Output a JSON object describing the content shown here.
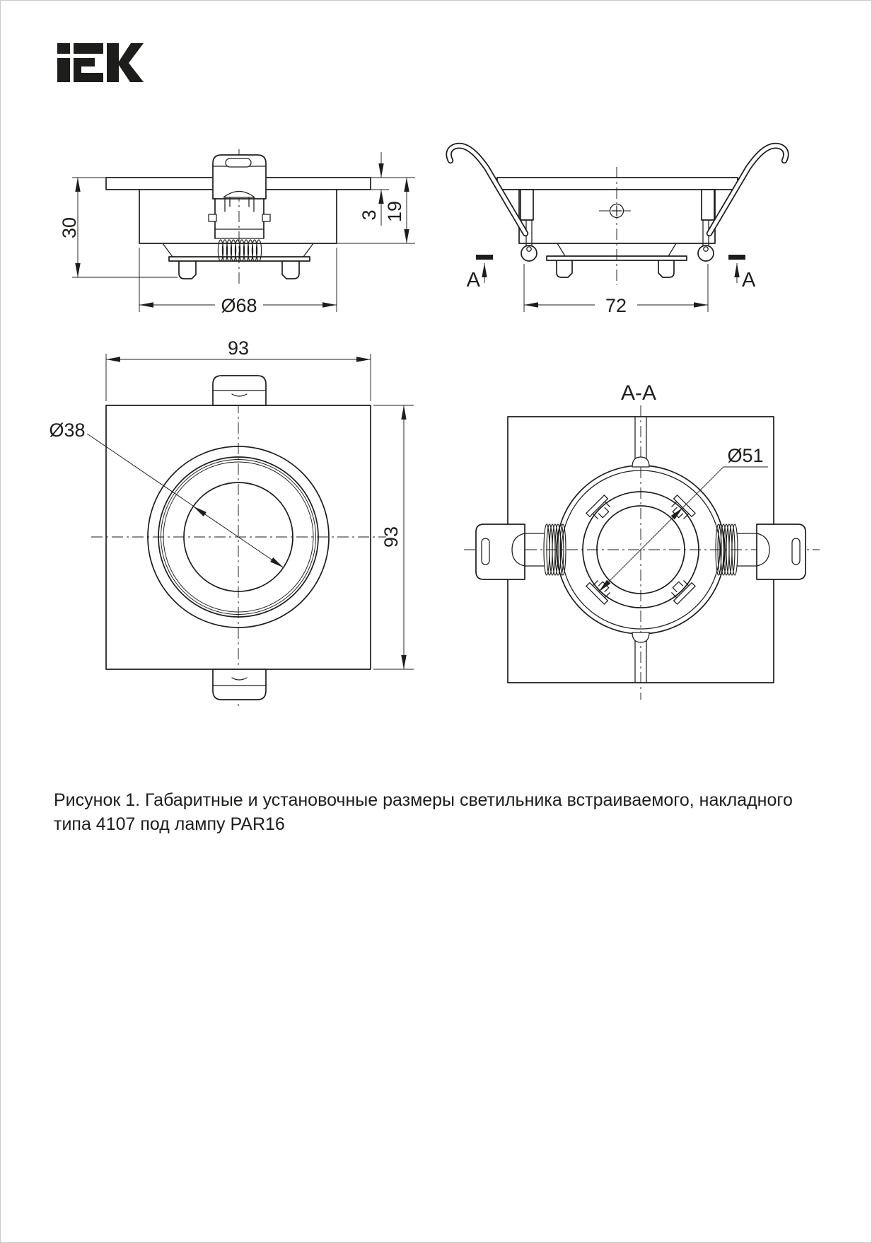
{
  "page": {
    "background": "#ffffff",
    "ink": "#1d1d1b"
  },
  "logo": {
    "brand": "IEK"
  },
  "views": {
    "side_recessed": {
      "dim_height": "30",
      "dim_flange": "3",
      "dim_depth": "19",
      "dim_cutout": "Ø68"
    },
    "side_clips": {
      "dim_span": "72",
      "section_letter_left": "A",
      "section_letter_right": "A"
    },
    "front": {
      "dim_width": "93",
      "dim_height": "93",
      "dim_aperture": "Ø38"
    },
    "section_aa": {
      "title": "A-A",
      "dim_ring": "Ø51"
    }
  },
  "caption": {
    "line1": "Рисунок 1. Габаритные и установочные размеры светильника встраиваемого, накладного",
    "line2": "типа 4107 под лампу PAR16"
  }
}
